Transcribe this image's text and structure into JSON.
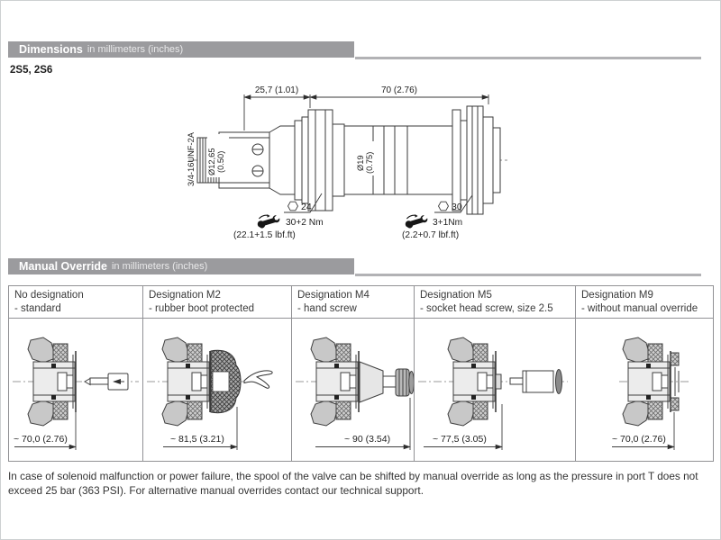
{
  "section_dimensions": {
    "title": "Dimensions",
    "subtitle": "in millimeters (inches)"
  },
  "model": "2S5, 2S6",
  "drawing": {
    "dim_top_left": "25,7 (1.01)",
    "dim_top_right": "70 (2.76)",
    "thread_label": "3/4-16UNF-2A",
    "dia_small": "Ø12,65",
    "dia_small_in": "(0.50)",
    "dia_tube": "Ø19",
    "dia_tube_in": "(0.75)",
    "hex_left": "24",
    "hex_right": "30",
    "torque_left": "30+2 Nm",
    "torque_left_in": "(22.1+1.5 lbf.ft)",
    "torque_right": "3+1Nm",
    "torque_right_in": "(2.2+0.7 lbf.ft)"
  },
  "section_override": {
    "title": "Manual Override",
    "subtitle": "in millimeters (inches)"
  },
  "table": {
    "columns": [
      {
        "line1": "No designation",
        "line2": "- standard",
        "dim": "~ 70,0 (2.76)"
      },
      {
        "line1": "Designation M2",
        "line2": "- rubber boot protected",
        "dim": "~ 81,5 (3.21)"
      },
      {
        "line1": "Designation M4",
        "line2": "- hand screw",
        "dim": "~ 90 (3.54)"
      },
      {
        "line1": "Designation M5",
        "line2": "- socket head screw, size 2.5",
        "dim": "~ 77,5 (3.05)"
      },
      {
        "line1": "Designation M9",
        "line2": "- without manual override",
        "dim": "~ 70,0 (2.76)"
      }
    ]
  },
  "footer": {
    "line1": "In case of solenoid malfunction or power failure, the spool of the valve can be shifted by manual override as long as the pressure in port T does not",
    "line2": "exceed 25 bar (363 PSI). For alternative manual overrides contact our technical support."
  },
  "colors": {
    "section_bar": "#9b9b9e",
    "section_rule": "#b2b2b5",
    "table_border": "#919195",
    "drawing_stroke": "#3a3a3a",
    "hatch_fill": "#cfcfcf",
    "body_fill": "#c8c8c8"
  }
}
